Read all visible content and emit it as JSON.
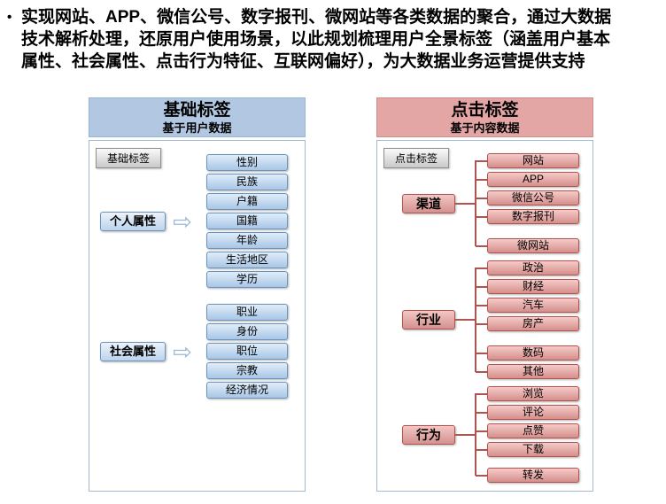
{
  "intro": {
    "bullet": "•",
    "lines": [
      "实现网站、APP、微信公号、数字报刊、微网站等各类数据的聚合，通过大数据",
      "技术解析处理，还原用户使用场景，以此规划梳理用户全景标签（涵盖用户基本",
      "属性、社会属性、点击行为特征、互联网偏好），为大数据业务运营提供支持"
    ]
  },
  "left": {
    "header": {
      "title": "基础标签",
      "subtitle": "基于用户数据"
    },
    "tag_label": "基础标签",
    "groups": [
      {
        "category": "个人属性",
        "items": [
          "性别",
          "民族",
          "户籍",
          "国籍",
          "年龄",
          "生活地区",
          "学历"
        ]
      },
      {
        "category": "社会属性",
        "items": [
          "职业",
          "身份",
          "职位",
          "宗教",
          "经济情况"
        ]
      }
    ]
  },
  "right": {
    "header": {
      "title": "点击标签",
      "subtitle": "基于内容数据"
    },
    "tag_label": "点击标签",
    "groups": [
      {
        "category": "渠道",
        "items": [
          "网站",
          "APP",
          "微信公号",
          "数字报刊",
          "微网站"
        ]
      },
      {
        "category": "行业",
        "items": [
          "政治",
          "财经",
          "汽车",
          "房产",
          "数码",
          "其他"
        ]
      },
      {
        "category": "行为",
        "items": [
          "浏览",
          "评论",
          "点赞",
          "下载",
          "转发"
        ]
      }
    ]
  },
  "colors": {
    "left_header_bg": "#b2c8e2",
    "right_header_bg": "#e3a6a4",
    "left_item_border": "#6b93bd",
    "right_item_border": "#b05450",
    "connector_red": "#b05450"
  }
}
